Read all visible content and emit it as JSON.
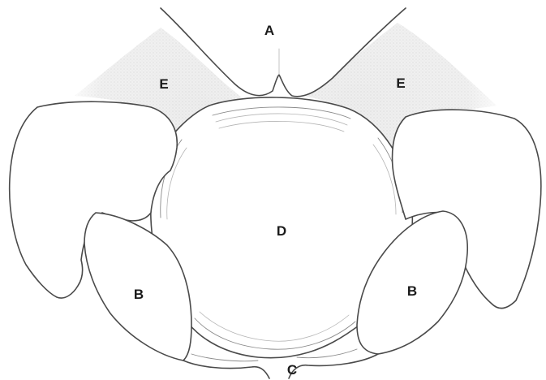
{
  "figure": {
    "labels": {
      "a": "A",
      "b_left": "B",
      "b_right": "B",
      "c": "C",
      "d": "D",
      "e_left": "E",
      "e_right": "E"
    },
    "colors": {
      "background": "#ffffff",
      "shaded_region": "#e6e6e6",
      "outline": "#4a4a4a",
      "label": "#1a1a1a"
    }
  }
}
